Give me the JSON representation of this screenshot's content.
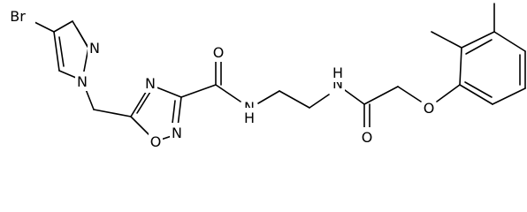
{
  "molecule": {
    "atoms": [
      {
        "id": "br",
        "text": "Br",
        "color": "#000000"
      },
      {
        "id": "n_pz2",
        "text": "N",
        "color": "#000000"
      },
      {
        "id": "n_pz1",
        "text": "N",
        "color": "#000000"
      },
      {
        "id": "n_ox4",
        "text": "N",
        "color": "#000000"
      },
      {
        "id": "n_ox2",
        "text": "N",
        "color": "#000000"
      },
      {
        "id": "o_ox1",
        "text": "O",
        "color": "#000000"
      },
      {
        "id": "o_amide1",
        "text": "O",
        "color": "#000000"
      },
      {
        "id": "nh_1",
        "text": "N",
        "color": "#000000"
      },
      {
        "id": "h_1",
        "text": "H",
        "color": "#000000"
      },
      {
        "id": "nh_2",
        "text": "N",
        "color": "#000000"
      },
      {
        "id": "h_2",
        "text": "H",
        "color": "#000000"
      },
      {
        "id": "o_amide2",
        "text": "O",
        "color": "#000000"
      },
      {
        "id": "o_ether",
        "text": "O",
        "color": "#000000"
      }
    ]
  }
}
